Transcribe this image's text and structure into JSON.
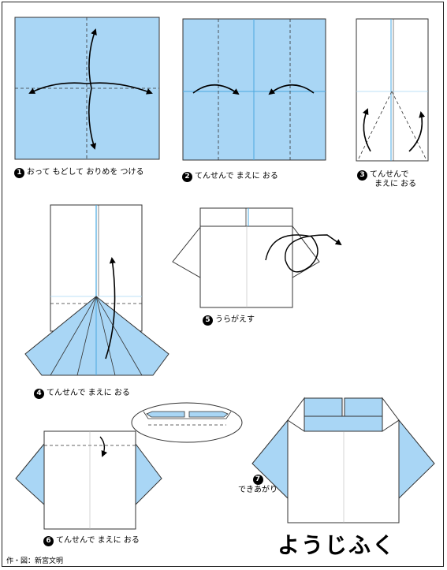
{
  "title": "ようじふく",
  "credit": "作・図：新宮文明",
  "colors": {
    "paper": "#a9d6f5",
    "line": "#333333",
    "crease": "#4aa8e0"
  },
  "steps": [
    {
      "num": "1",
      "text": "おって もどして おりめを つける"
    },
    {
      "num": "2",
      "text": "てんせんで まえに おる"
    },
    {
      "num": "3",
      "line1": "てんせんで",
      "line2": "まえに おる"
    },
    {
      "num": "4",
      "text": "てんせんで まえに おる"
    },
    {
      "num": "5",
      "text": "うらがえす"
    },
    {
      "num": "6",
      "text": "てんせんで まえに おる"
    },
    {
      "num": "7",
      "text": "できあがり"
    }
  ]
}
